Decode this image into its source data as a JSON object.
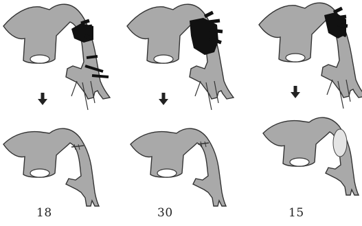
{
  "figure": {
    "columns": [
      {
        "label": "18",
        "top_graft": "black-trapezoid",
        "bottom_graft": "band"
      },
      {
        "label": "30",
        "top_graft": "black-large-patch",
        "bottom_graft": "band"
      },
      {
        "label": "15",
        "top_graft": "black-trapezoid",
        "bottom_graft": "oval-patch"
      }
    ],
    "arrow": "down-arrow",
    "colors": {
      "vessel_fill": "#a9a9a9",
      "vessel_stroke": "#333333",
      "graft_black": "#111111",
      "patch_light": "#e4e4e4"
    }
  }
}
